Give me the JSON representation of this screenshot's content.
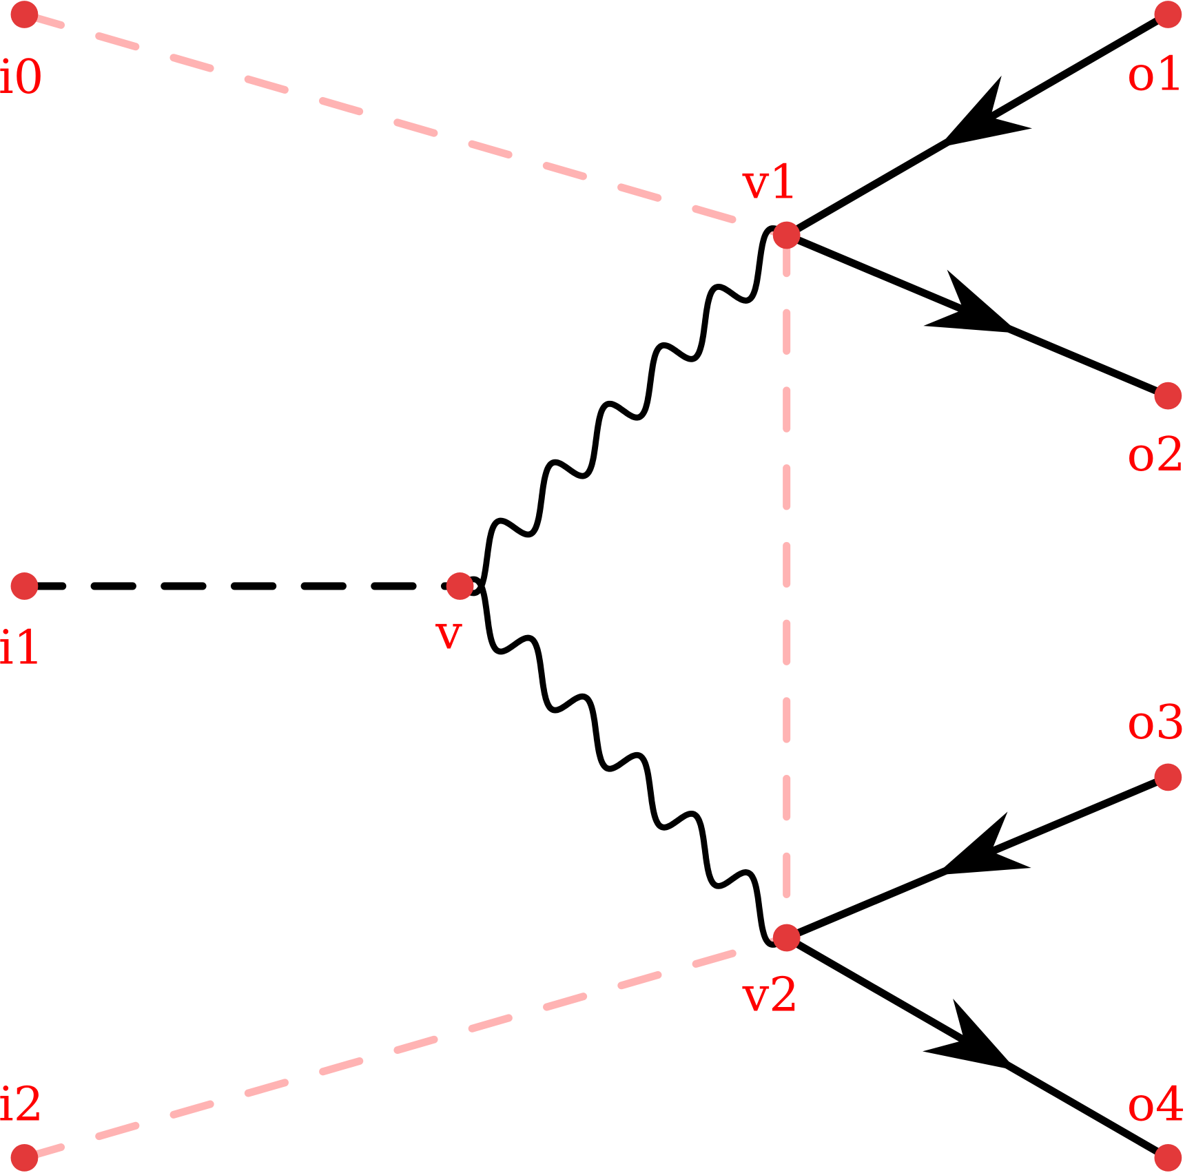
{
  "diagram": {
    "type": "feynman",
    "colors": {
      "node": "#e3393a",
      "label": "#ff0000",
      "line": "#000000",
      "faint": "#ffb3b3"
    },
    "nodes": [
      {
        "id": "i0",
        "label": "i0"
      },
      {
        "id": "i1",
        "label": "i1"
      },
      {
        "id": "i2",
        "label": "i2"
      },
      {
        "id": "v",
        "label": "v"
      },
      {
        "id": "v1",
        "label": "v1"
      },
      {
        "id": "v2",
        "label": "v2"
      },
      {
        "id": "o1",
        "label": "o1"
      },
      {
        "id": "o2",
        "label": "o2"
      },
      {
        "id": "o3",
        "label": "o3"
      },
      {
        "id": "o4",
        "label": "o4"
      }
    ],
    "edges": [
      {
        "from": "i0",
        "to": "v1",
        "style": "faint-dashed"
      },
      {
        "from": "i2",
        "to": "v2",
        "style": "faint-dashed"
      },
      {
        "from": "v1",
        "to": "v2",
        "style": "faint-dashed"
      },
      {
        "from": "i1",
        "to": "v",
        "style": "dashed"
      },
      {
        "from": "v",
        "to": "v1",
        "style": "photon"
      },
      {
        "from": "v",
        "to": "v2",
        "style": "photon"
      },
      {
        "from": "o1",
        "to": "v1",
        "style": "fermion"
      },
      {
        "from": "v1",
        "to": "o2",
        "style": "fermion"
      },
      {
        "from": "o3",
        "to": "v2",
        "style": "fermion"
      },
      {
        "from": "v2",
        "to": "o4",
        "style": "fermion"
      }
    ]
  }
}
